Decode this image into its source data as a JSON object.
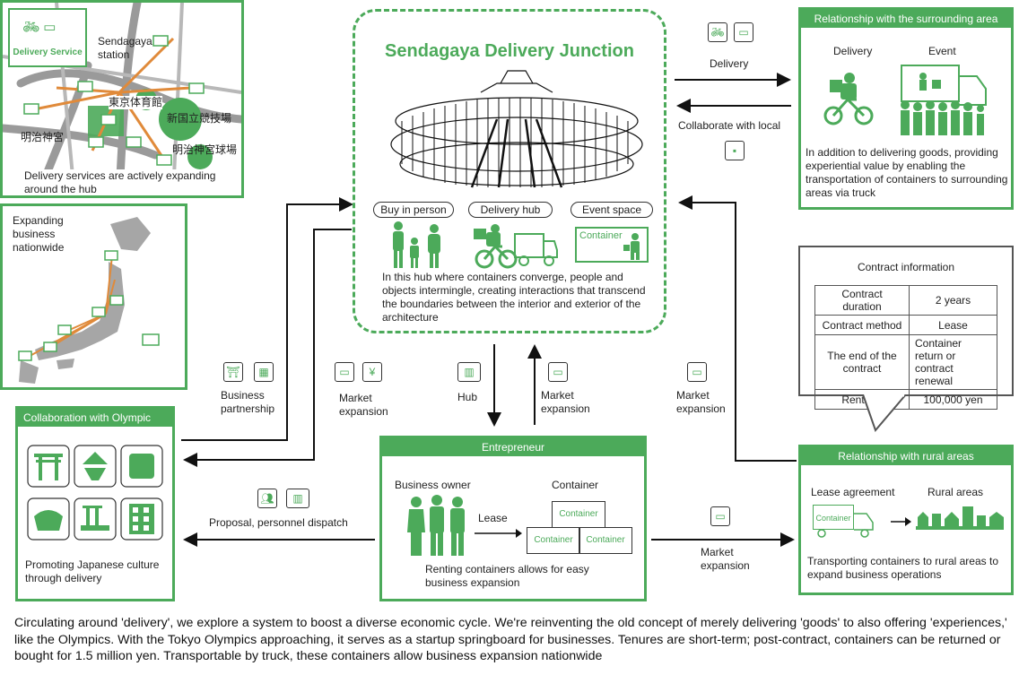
{
  "map_panel": {
    "badge_label": "Delivery Service",
    "station_label": "Sendagaya\nstation",
    "label_tokyo_gym": "東京体育館",
    "label_stadium": "新国立競技場",
    "label_meiji": "明治神宮",
    "label_baseball": "明治神宮球場",
    "caption": "Delivery services are actively expanding\naround the hub"
  },
  "japan_panel": {
    "caption": "Expanding\nbusiness\nnationwide"
  },
  "junction": {
    "title": "Sendagaya Delivery Junction",
    "pill_buy": "Buy in person",
    "pill_hub": "Delivery hub",
    "pill_event": "Event space",
    "container_tag": "Container",
    "description": "In this hub where containers converge, people and objects intermingle, creating interactions that transcend the boundaries between the interior and exterior of the architecture"
  },
  "flows": {
    "delivery": "Delivery",
    "collaborate": "Collaborate with local",
    "business_partnership": "Business\npartnership",
    "market_expansion": "Market\nexpansion",
    "hub": "Hub",
    "proposal": "Proposal, personnel dispatch"
  },
  "surrounding": {
    "header": "Relationship with the surrounding area",
    "label_delivery": "Delivery",
    "label_event": "Event",
    "description": "In addition to delivering goods, providing experiential value by enabling the transportation of containers to surrounding areas via truck"
  },
  "contract": {
    "title": "Contract information",
    "rows": [
      [
        "Contract duration",
        "2 years"
      ],
      [
        "Contract method",
        "Lease"
      ],
      [
        "The end of the contract",
        "Container return or contract renewal"
      ],
      [
        "Rent fee",
        "100,000 yen"
      ]
    ]
  },
  "olympic": {
    "header": "Collaboration with Olympic",
    "caption": "Promoting Japanese culture\nthrough delivery"
  },
  "entrepreneur": {
    "header": "Entrepreneur",
    "business_owner": "Business owner",
    "container": "Container",
    "lease": "Lease",
    "container_box": "Container",
    "caption": "Renting containers allows for easy\nbusiness expansion"
  },
  "rural": {
    "header": "Relationship with rural areas",
    "lease_agreement": "Lease agreement",
    "rural_areas": "Rural areas",
    "truck_label": "Container",
    "caption": "Transporting containers to rural areas to\nexpand business operations"
  },
  "footer": {
    "text": "Circulating around 'delivery', we explore a system to boost a diverse economic cycle. We're reinventing the old concept of merely delivering 'goods' to also offering 'experiences,' like the Olympics. With the Tokyo Olympics approaching, it serves as a startup springboard for businesses. Tenures are short-term; post-contract, containers can be returned or bought for 1.5 million yen. Transportable by truck, these containers allow business expansion nationwide"
  },
  "colors": {
    "accent": "#4caa5a",
    "road": "#9a9a9a",
    "route": "#e08a3a"
  }
}
